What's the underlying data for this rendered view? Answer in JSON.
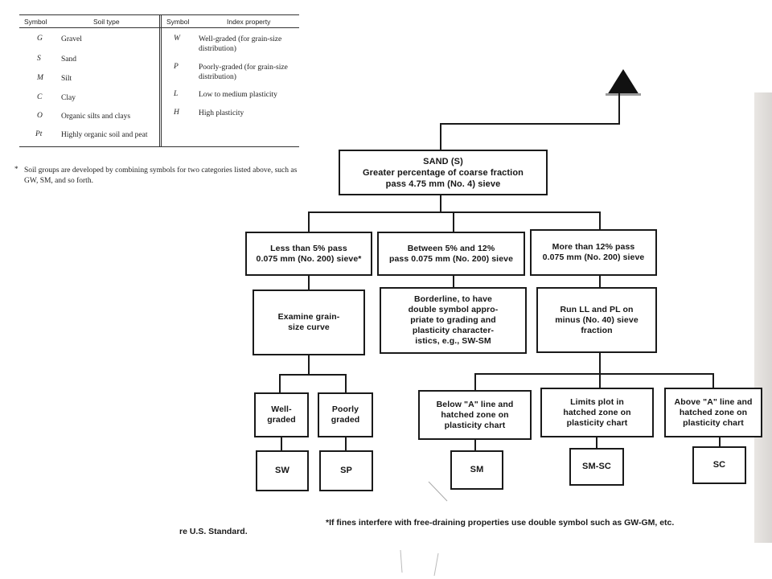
{
  "symbol_table": {
    "headers": {
      "symbol_left": "Symbol",
      "soil_type": "Soil type",
      "symbol_right": "Symbol",
      "index_property": "Index property"
    },
    "soil_types": [
      {
        "symbol": "G",
        "name": "Gravel"
      },
      {
        "symbol": "S",
        "name": "Sand"
      },
      {
        "symbol": "M",
        "name": "Silt"
      },
      {
        "symbol": "C",
        "name": "Clay"
      },
      {
        "symbol": "O",
        "name": "Organic silts and clays"
      },
      {
        "symbol": "Pt",
        "name": "Highly organic soil and peat"
      }
    ],
    "index_properties": [
      {
        "symbol": "W",
        "line1": "Well-graded (for grain-size",
        "line2": "distribution)"
      },
      {
        "symbol": "P",
        "line1": "Poorly-graded (for grain-size",
        "line2": "distribution)"
      },
      {
        "symbol": "L",
        "line1": "Low to medium plasticity",
        "line2": ""
      },
      {
        "symbol": "H",
        "line1": "High plasticity",
        "line2": ""
      }
    ],
    "footnote_mark": "*",
    "footnote": "Soil groups are developed by combining symbols for two categories listed above, such as GW, SM, and so forth."
  },
  "flowchart": {
    "root": "SAND (S)\nGreater percentage of coarse fraction\npass 4.75 mm (No. 4) sieve",
    "level1": [
      "Less than 5% pass\n0.075 mm (No. 200) sieve*",
      "Between 5% and 12%\npass 0.075 mm (No. 200) sieve",
      "More than 12% pass\n0.075 mm (No. 200) sieve"
    ],
    "level2": [
      "Examine grain-\nsize curve",
      "Borderline, to have\ndouble symbol appro-\npriate to grading and\nplasticity character-\nistics, e.g., SW-SM",
      "Run LL and PL on\nminus (No. 40) sieve\nfraction"
    ],
    "grading": [
      "Well-\ngraded",
      "Poorly\ngraded"
    ],
    "plasticity": [
      "Below \"A\" line and\nhatched zone on\nplasticity chart",
      "Limits plot in\nhatched zone on\nplasticity chart",
      "Above \"A\" line and\nhatched zone on\nplasticity chart"
    ],
    "results": [
      "SW",
      "SP",
      "SM",
      "SM-SC",
      "SC"
    ]
  },
  "bottom": {
    "left_note": "re U.S. Standard.",
    "right_note": "*If fines interfere with free-draining properties use double symbol such as GW-GM, etc."
  },
  "colors": {
    "ink": "#1a1a1a",
    "paper": "#ffffff",
    "page_edge": "#dcd9d6"
  }
}
